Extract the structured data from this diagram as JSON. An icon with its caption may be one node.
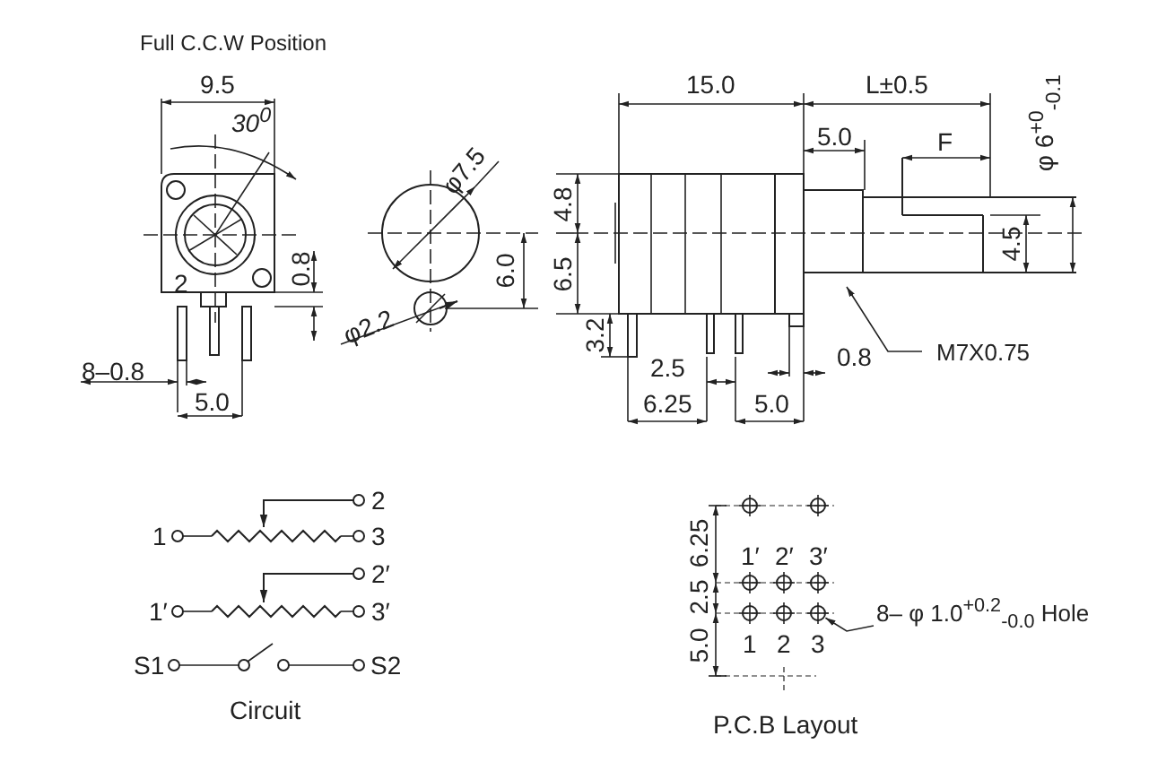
{
  "diagram": {
    "nodes": [
      {
        "text": [
          "M7X0.75"
        ]
      },
      {
        "text": [
          "8– φ 1.0$^{+0.2}$$_{-0.0}$ Hole"
        ]
      },
      {
        "text": [],
        "shape": "circle"
      }
    ],
    "edges": [
      {
        "from": 0,
        "to": null,
        "arrow": "to"
      },
      {
        "from": 1,
        "to": 2,
        "arrow": "to"
      }
    ],
    "labels": [
      "Full C.C.W Position",
      "9.5",
      "30$^{0}$",
      "φ7.5",
      "0.8",
      "6.0",
      "2",
      "φ2.2",
      "8–0.8",
      "5.0",
      "15.0",
      "L±0.5",
      "5.0",
      "F",
      "φ 6$^{+0}$$_{-0.1}$",
      "4.8",
      "6.5",
      "4.5",
      "3.2",
      "0.8",
      "2.5",
      "6.25",
      "5.0",
      "2",
      "1",
      "3",
      "2′",
      "1′",
      "3′",
      "S1",
      "S2",
      "Circuit",
      "6.25",
      "2.5",
      "5.0",
      "1′",
      "2′",
      "3′",
      "1",
      "2",
      "3",
      "P.C.B Layout"
    ]
  }
}
